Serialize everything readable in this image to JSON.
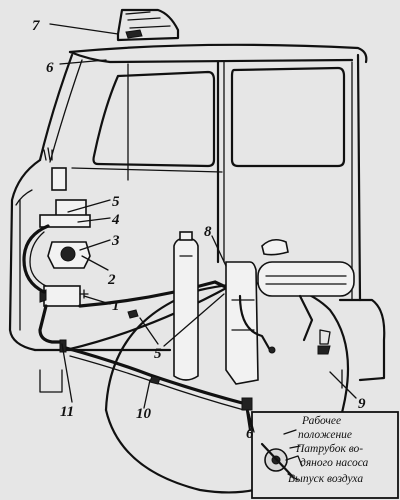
{
  "labels": {
    "n1": "1",
    "n2": "2",
    "n3": "3",
    "n4": "4",
    "n5a": "5",
    "n5b": "5",
    "n6a": "6",
    "n6b": "6",
    "n7": "7",
    "n8": "8",
    "n9": "9",
    "n10": "10",
    "n11": "11"
  },
  "inset": {
    "line1": "Рабочее",
    "line2": "положение",
    "line3": "Патрубок во-",
    "line4": "дяного насоса",
    "line5": "Выпуск воздуха"
  },
  "colors": {
    "ink": "#111111",
    "paper": "#e6e6e6"
  }
}
